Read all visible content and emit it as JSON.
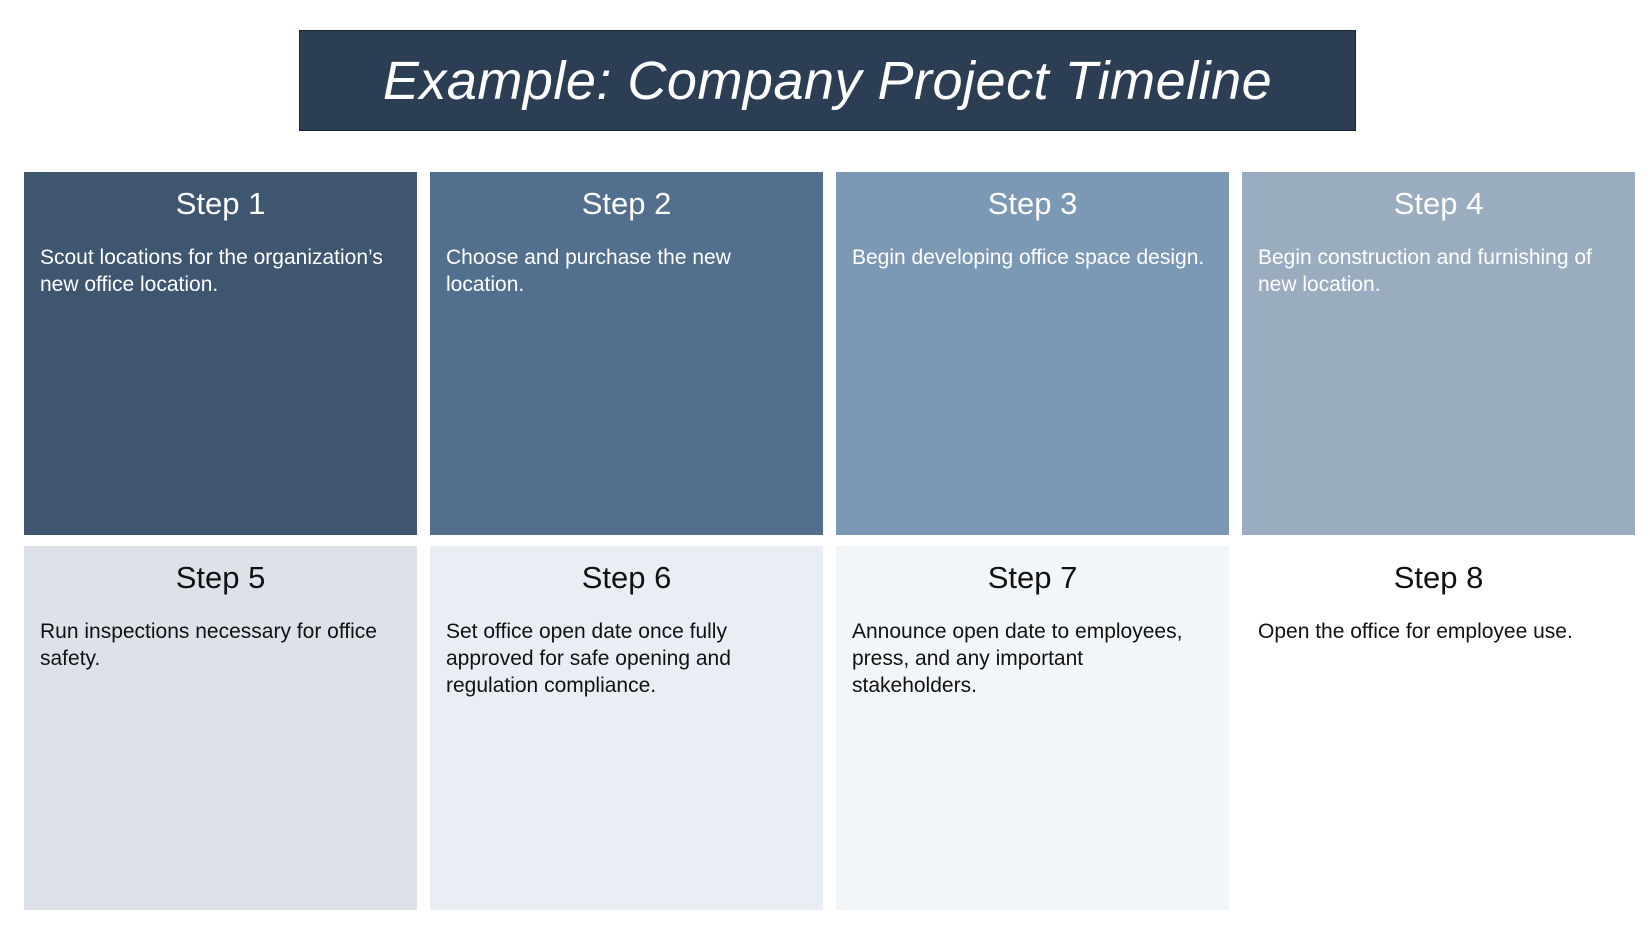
{
  "title": "Example: Company Project Timeline",
  "steps": [
    {
      "label": "Step 1",
      "text": "Scout locations for the organization’s new office location.",
      "color": "#3f5671"
    },
    {
      "label": "Step 2",
      "text": "Choose and purchase the new location.",
      "color": "#526f8e"
    },
    {
      "label": "Step 3",
      "text": "Begin developing office space design.",
      "color": "#7b99b5"
    },
    {
      "label": "Step 4",
      "text": "Begin construction and furnishing of new location.",
      "color": "#9aacc0"
    },
    {
      "label": "Step 5",
      "text": "Run inspections necessary for office safety.",
      "color": "#dde2ea"
    },
    {
      "label": "Step 6",
      "text": "Set office open date once fully approved for safe opening and regulation compliance.",
      "color": "#e9eef5"
    },
    {
      "label": "Step 7",
      "text": "Announce open date to employees, press, and any important stakeholders.",
      "color": "#f3f6f9"
    },
    {
      "label": "Step 8",
      "text": "Open the office for employee use.",
      "color": "#ffffff"
    }
  ]
}
